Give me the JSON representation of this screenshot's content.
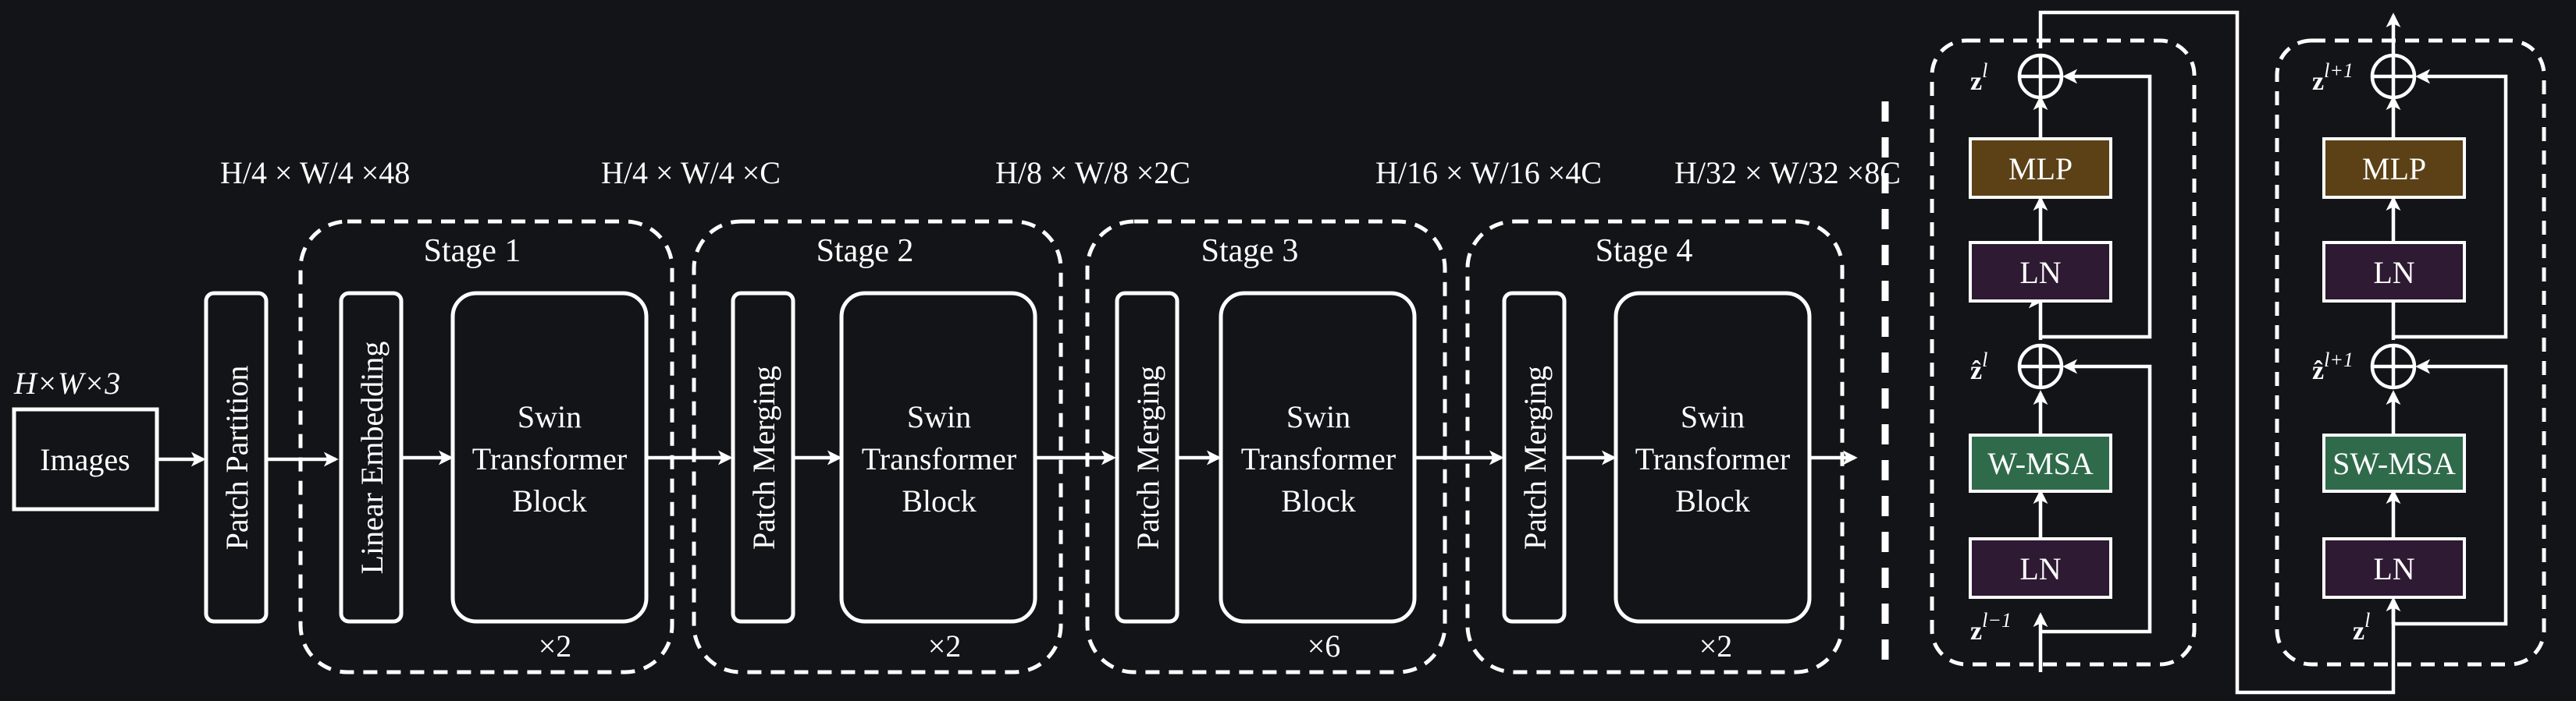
{
  "input": {
    "dims": "H×W×3",
    "label": "Images"
  },
  "patch_partition": {
    "label": "Patch Partition"
  },
  "shape_labels": [
    "H/4 × W/4 ×48",
    "H/4 × W/4 ×C",
    "H/8 × W/8 ×2C",
    "H/16 × W/16 ×4C",
    "H/32 × W/32 ×8C"
  ],
  "stages": [
    {
      "title": "Stage 1",
      "first_block": "Linear Embedding",
      "block": [
        "Swin",
        "Transformer",
        "Block"
      ],
      "repeat": "×2"
    },
    {
      "title": "Stage 2",
      "first_block": "Patch Merging",
      "block": [
        "Swin",
        "Transformer",
        "Block"
      ],
      "repeat": "×2"
    },
    {
      "title": "Stage 3",
      "first_block": "Patch Merging",
      "block": [
        "Swin",
        "Transformer",
        "Block"
      ],
      "repeat": "×6"
    },
    {
      "title": "Stage 4",
      "first_block": "Patch Merging",
      "block": [
        "Swin",
        "Transformer",
        "Block"
      ],
      "repeat": "×2"
    }
  ],
  "detail_left": {
    "mlp": "MLP",
    "ln_top": "LN",
    "attn": "W-MSA",
    "ln_bottom": "LN",
    "z_out": "z^l",
    "z_hat": "ẑ^l",
    "z_in": "z^{l−1}"
  },
  "detail_right": {
    "mlp": "MLP",
    "ln_top": "LN",
    "attn": "SW-MSA",
    "ln_bottom": "LN",
    "z_out": "z^{l+1}",
    "z_hat": "ẑ^{l+1}",
    "z_in": "z^l"
  },
  "colors": {
    "background": "#131417",
    "mlp_fill": "#5c4117",
    "ln_fill": "#2e1a33",
    "attn_fill": "#2f6b4b",
    "stroke": "#ffffff"
  }
}
